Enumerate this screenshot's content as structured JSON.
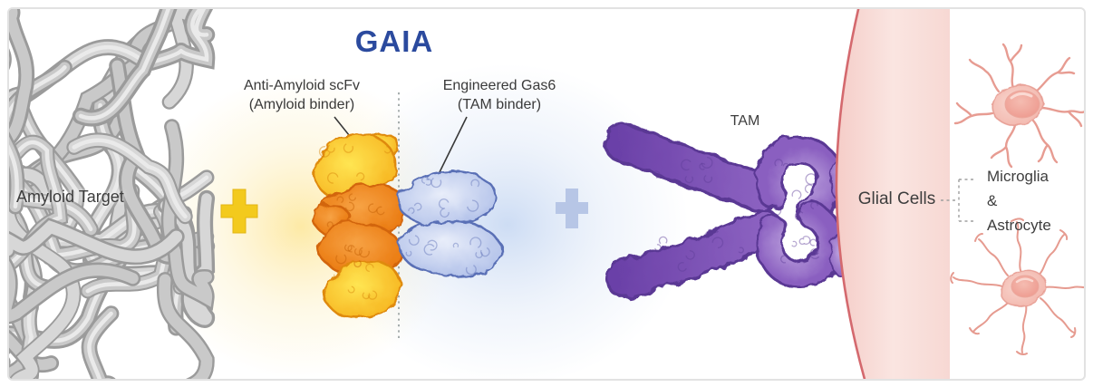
{
  "title": "GAIA",
  "labels": {
    "amyloid_target": "Amyloid Target",
    "scfv_line1": "Anti-Amyloid scFv",
    "scfv_line2": "(Amyloid binder)",
    "gas6_line1": "Engineered Gas6",
    "gas6_line2": "(TAM binder)",
    "tam": "TAM",
    "glial_cells": "Glial Cells",
    "cell_type_1": "Microglia",
    "cell_type_amp": "&",
    "cell_type_2": "Astrocyte"
  },
  "icons": {
    "plus_left": "plus-icon",
    "plus_right": "plus-icon"
  },
  "colors": {
    "title_blue": "#2b4a9e",
    "plus_yellow": "#F3CA1D",
    "plus_blue": "#B7C6E6",
    "scfv_orange": "#EA7A10",
    "scfv_yellow": "#F9BC20",
    "gas6_blue": "#B4C3EA",
    "tam_purple": "#7B4FB2",
    "membrane_pink": "#F6CFC9",
    "amyloid_gray": "#C9C9C9",
    "cell_pink": "#F6C6BE",
    "text_gray": "#3e3e3e"
  }
}
